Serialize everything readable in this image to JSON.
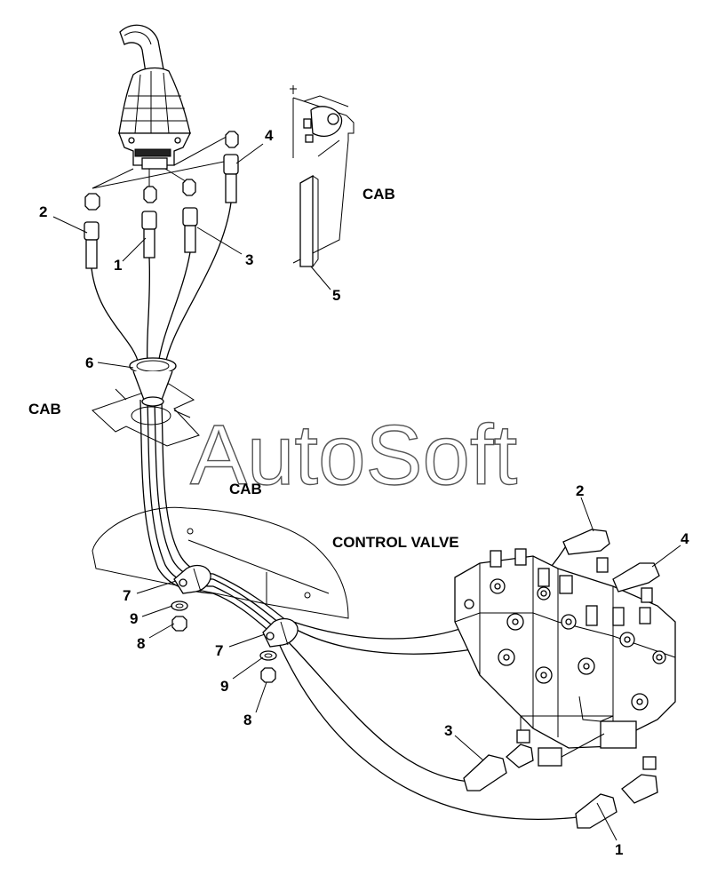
{
  "watermark": "AutoSoft",
  "labels": {
    "cab_upper": "CAB",
    "cab_left": "CAB",
    "cab_middle": "CAB",
    "control_valve": "CONTROL VALVE"
  },
  "callouts": {
    "joystick_fitting_2": "2",
    "joystick_fitting_1": "1",
    "joystick_fitting_3": "3",
    "joystick_fitting_4": "4",
    "cab_bracket_5": "5",
    "grommet_6": "6",
    "clamp_7_a": "7",
    "washer_9_a": "9",
    "nut_8_a": "8",
    "clamp_7_b": "7",
    "washer_9_b": "9",
    "nut_8_b": "8",
    "valve_fitting_2": "2",
    "valve_fitting_4": "4",
    "valve_fitting_3": "3",
    "valve_fitting_1": "1"
  }
}
